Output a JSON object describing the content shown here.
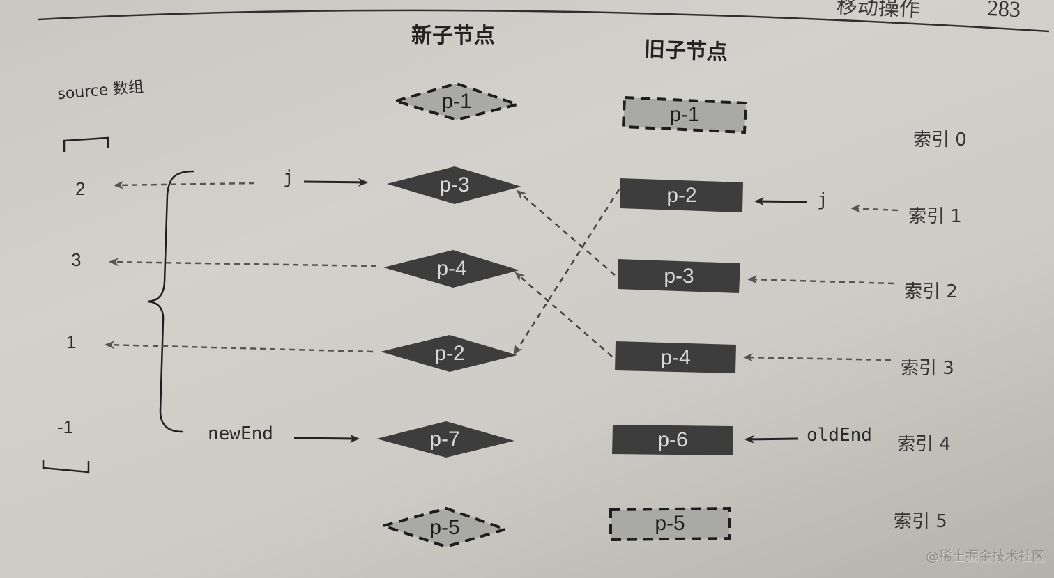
{
  "header": {
    "chapter_fragment": "移动操作",
    "page_number": "283"
  },
  "columns": {
    "new_children_title": "新子节点",
    "old_children_title": "旧子节点"
  },
  "source_array": {
    "label": "source 数组",
    "values": [
      "2",
      "3",
      "1",
      "-1"
    ]
  },
  "new_children": [
    {
      "label": "p-1",
      "style": "dashed-light"
    },
    {
      "label": "p-3",
      "style": "solid-dark"
    },
    {
      "label": "p-4",
      "style": "solid-dark"
    },
    {
      "label": "p-2",
      "style": "solid-dark"
    },
    {
      "label": "p-7",
      "style": "solid-dark"
    },
    {
      "label": "p-5",
      "style": "dashed-light"
    }
  ],
  "old_children": [
    {
      "label": "p-1",
      "style": "dashed-light",
      "index": "索引 0"
    },
    {
      "label": "p-2",
      "style": "solid-dark",
      "index": "索引 1"
    },
    {
      "label": "p-3",
      "style": "solid-dark",
      "index": "索引 2"
    },
    {
      "label": "p-4",
      "style": "solid-dark",
      "index": "索引 3"
    },
    {
      "label": "p-6",
      "style": "solid-dark",
      "index": "索引 4"
    },
    {
      "label": "p-5",
      "style": "dashed-light",
      "index": "索引 5"
    }
  ],
  "pointers": {
    "new_j": "j",
    "new_end": "newEnd",
    "old_j": "j",
    "old_end": "oldEnd"
  },
  "mappings": [
    {
      "from_new": "p-3",
      "to_old": "p-3"
    },
    {
      "from_new": "p-4",
      "to_old": "p-4"
    },
    {
      "from_new": "p-2",
      "to_old": "p-2"
    }
  ],
  "colors": {
    "dark_node": "#3d3d3d",
    "light_node": "#a9a9a6",
    "paper": "#cfcdc8",
    "ink": "#2a2a2a"
  },
  "watermark": "@稀土掘金技术社区"
}
